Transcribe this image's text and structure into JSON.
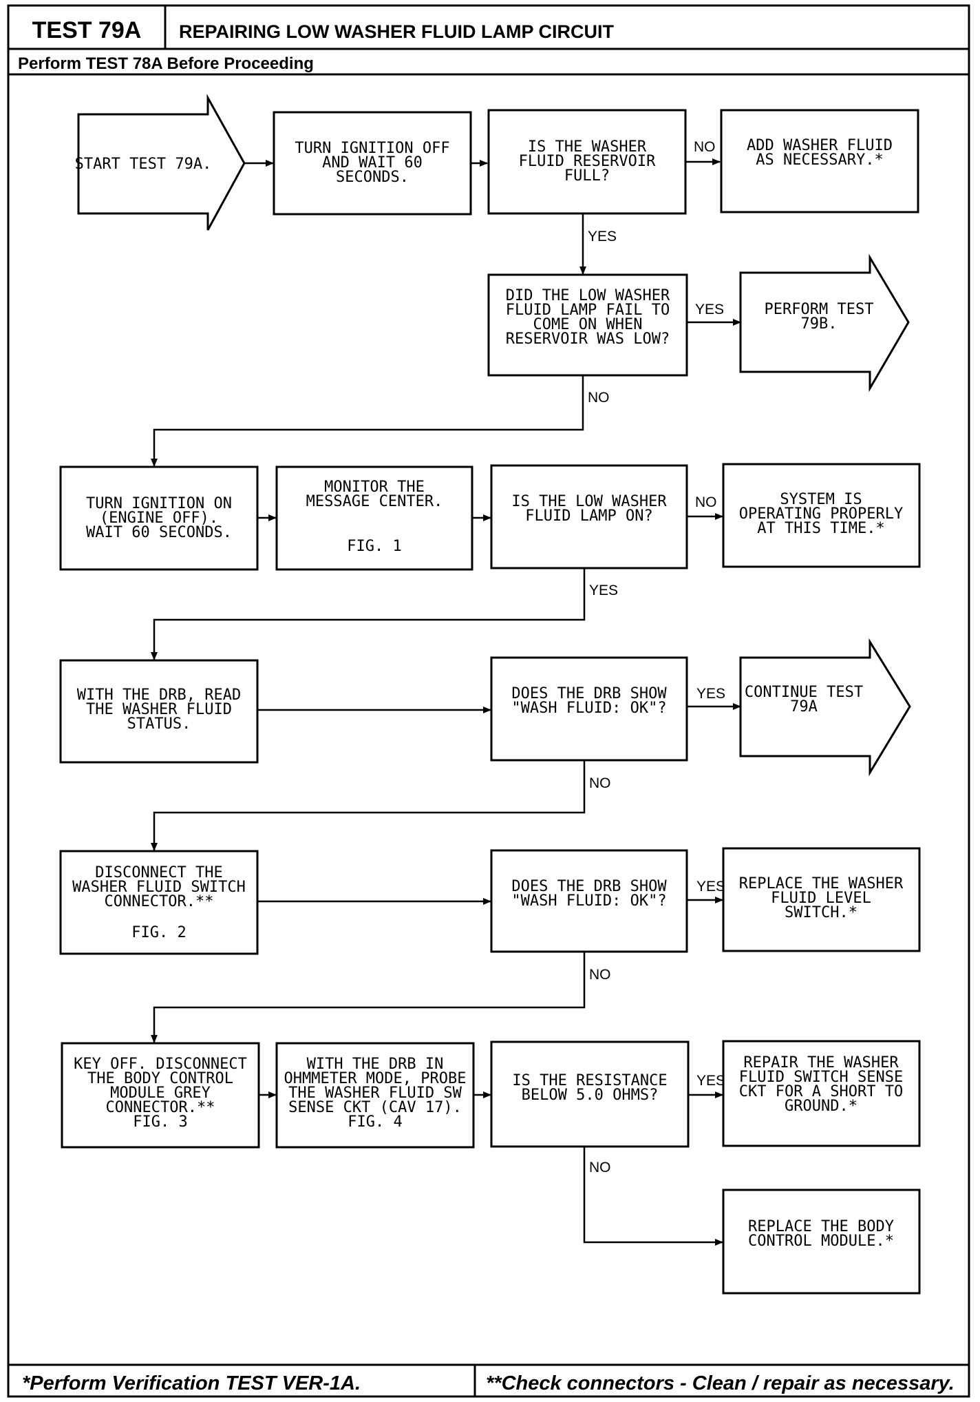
{
  "header": {
    "test_id": "TEST 79A",
    "title": "REPAIRING LOW WASHER FLUID LAMP CIRCUIT",
    "prerequisite": "Perform TEST 78A Before Proceeding"
  },
  "nodes": {
    "start": [
      "START TEST 79A."
    ],
    "ign_off": [
      "TURN IGNITION OFF",
      "AND WAIT 60",
      "SECONDS."
    ],
    "q_full": [
      "IS THE WASHER",
      "FLUID RESERVOIR",
      "FULL?"
    ],
    "add_fluid": [
      "ADD WASHER FLUID",
      "AS NECESSARY.*"
    ],
    "q_fail": [
      "DID THE LOW WASHER",
      "FLUID LAMP FAIL TO",
      "COME ON WHEN",
      "RESERVOIR WAS LOW?"
    ],
    "test_79b": [
      "PERFORM TEST",
      "79B."
    ],
    "ign_on": [
      "TURN IGNITION ON",
      "(ENGINE OFF).",
      "WAIT 60 SECONDS."
    ],
    "monitor": [
      "MONITOR THE",
      "MESSAGE CENTER."
    ],
    "monitor_fig": "FIG. 1",
    "q_lamp_on": [
      "IS THE LOW WASHER",
      "FLUID LAMP ON?"
    ],
    "ok_system": [
      "SYSTEM IS",
      "OPERATING PROPERLY",
      "AT THIS TIME.*"
    ],
    "read_drb": [
      "WITH THE DRB, READ",
      "THE WASHER FLUID",
      "STATUS."
    ],
    "q_drb_ok1": [
      "DOES THE DRB SHOW",
      "\"WASH FLUID: OK\"?"
    ],
    "continue": [
      "CONTINUE TEST",
      "79A"
    ],
    "disconnect": [
      "DISCONNECT THE",
      "WASHER FLUID SWITCH",
      "CONNECTOR.**"
    ],
    "disconnect_fig": "FIG. 2",
    "q_drb_ok2": [
      "DOES THE DRB SHOW",
      "\"WASH FLUID: OK\"?"
    ],
    "replace_switch": [
      "REPLACE THE WASHER",
      "FLUID LEVEL",
      "SWITCH.*"
    ],
    "key_off": [
      "KEY OFF. DISCONNECT",
      "THE BODY CONTROL",
      "MODULE GREY",
      "CONNECTOR.**",
      "FIG. 3"
    ],
    "ohm_probe": [
      "WITH THE DRB IN",
      "OHMMETER MODE, PROBE",
      "THE WASHER FLUID SW",
      "SENSE CKT (CAV 17).",
      "FIG. 4"
    ],
    "q_resist": [
      "IS THE RESISTANCE",
      "BELOW 5.0 OHMS?"
    ],
    "repair_ckt": [
      "REPAIR THE WASHER",
      "FLUID SWITCH SENSE",
      "CKT FOR A SHORT TO",
      "GROUND.*"
    ],
    "replace_bcm": [
      "REPLACE THE BODY",
      "CONTROL MODULE.*"
    ]
  },
  "labels": {
    "yes": "YES",
    "no": "NO"
  },
  "footer": {
    "left": "*Perform Verification TEST VER-1A.",
    "right": "**Check connectors - Clean / repair as necessary."
  }
}
